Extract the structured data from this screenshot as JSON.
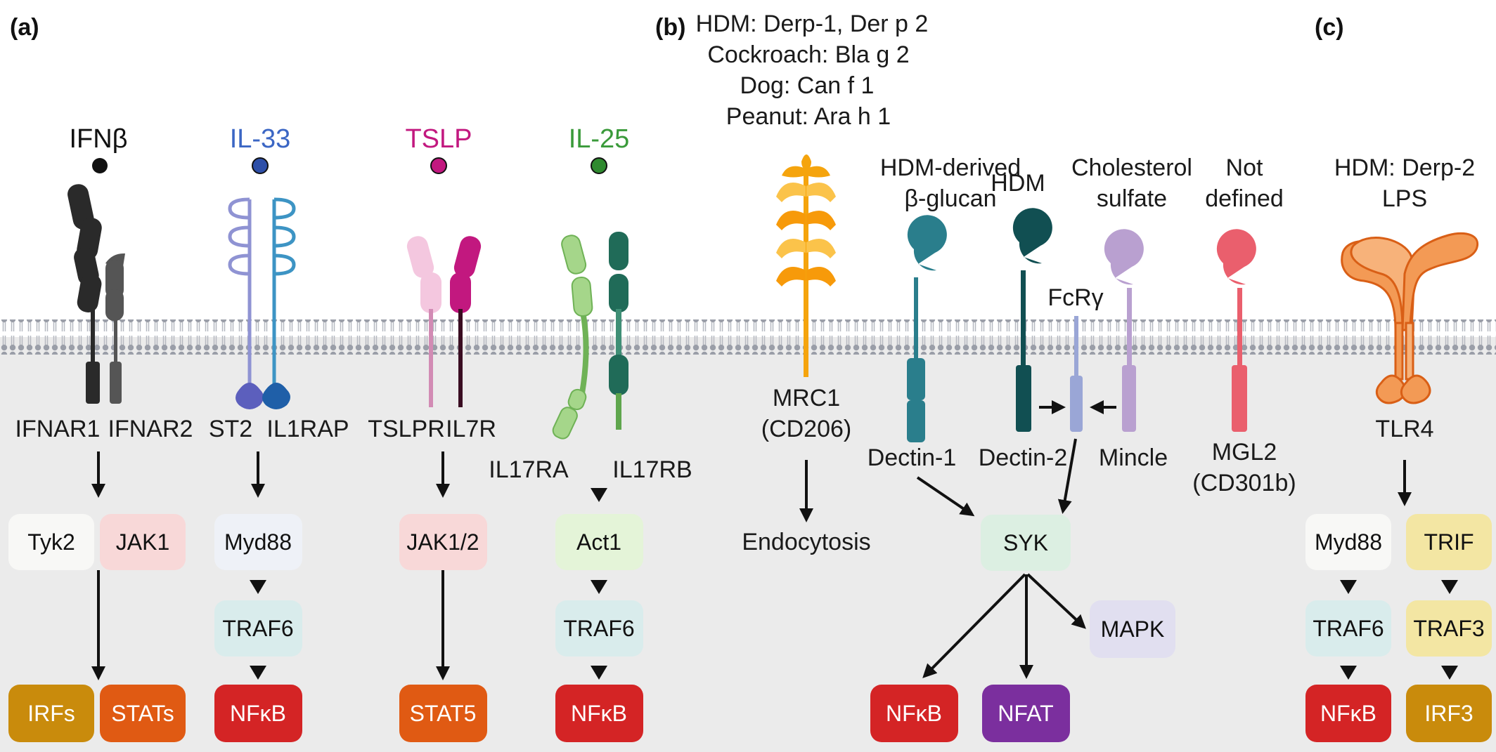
{
  "panels": {
    "a": "(a)",
    "b": "(b)",
    "c": "(c)"
  },
  "colors": {
    "cytoplasm": "#ebebeb",
    "membrane": "#9a9ea8",
    "arrow": "#111111",
    "ifnb": "#111111",
    "il33": "#3b66c4",
    "tslp": "#c2187f",
    "il25": "#3a9a3a",
    "mrc1": "#f5a40d",
    "dectin1": "#2a7e8c",
    "dectin2": "#114f52",
    "fcrg": "#9aa6d6",
    "mincle": "#b9a0d0",
    "mgl2": "#ea5f6d",
    "tlr4": "#ef8a43",
    "nfkb": "#d42425",
    "nfat": "#7b2f9e",
    "irfs": "#c98b0c",
    "stats": "#e05a13",
    "stat5": "#e05a13",
    "irf3": "#c98b0c"
  },
  "panel_a": {
    "ligands": [
      {
        "id": "ifnb",
        "label": "IFNβ"
      },
      {
        "id": "il33",
        "label": "IL-33"
      },
      {
        "id": "tslp",
        "label": "TSLP"
      },
      {
        "id": "il25",
        "label": "IL-25"
      }
    ],
    "receptors": {
      "ifnar1": "IFNAR1",
      "ifnar2": "IFNAR2",
      "st2": "ST2",
      "il1rap": "IL1RAP",
      "tslpr": "TSLPR",
      "il7r": "IL7R",
      "il17ra": "IL17RA",
      "il17rb": "IL17RB"
    },
    "boxes": {
      "tyk2": "Tyk2",
      "jak1": "JAK1",
      "myd88": "Myd88",
      "traf6_1": "TRAF6",
      "nfkb_1": "NFκB",
      "jak12": "JAK1/2",
      "stat5": "STAT5",
      "act1": "Act1",
      "traf6_2": "TRAF6",
      "nfkb_2": "NFκB",
      "irfs": "IRFs",
      "stats": "STATs"
    }
  },
  "panel_b": {
    "allergens": [
      "HDM: Derp-1, Der  p 2",
      "Cockroach: Bla g 2",
      "Dog: Can f 1",
      "Peanut: Ara h 1"
    ],
    "ligands": {
      "dectin1": [
        "HDM-derived",
        "β-glucan"
      ],
      "dectin2": [
        "HDM"
      ],
      "mincle": [
        "Cholesterol",
        "sulfate"
      ],
      "mgl2": [
        "Not",
        "defined"
      ]
    },
    "receptors": {
      "mrc1": [
        "MRC1",
        "(CD206)"
      ],
      "dectin1": "Dectin-1",
      "dectin2": "Dectin-2",
      "fcrg": "FcRγ",
      "mincle": "Mincle",
      "mgl2": [
        "MGL2",
        "(CD301b)"
      ]
    },
    "outcomes": {
      "endocytosis": "Endocytosis"
    },
    "boxes": {
      "syk": "SYK",
      "mapk": "MAPK",
      "nfkb": "NFκB",
      "nfat": "NFAT"
    }
  },
  "panel_c": {
    "ligands": [
      "HDM: Derp-2",
      "LPS"
    ],
    "receptor": "TLR4",
    "boxes": {
      "myd88": "Myd88",
      "trif": "TRIF",
      "traf6": "TRAF6",
      "traf3": "TRAF3",
      "nfkb": "NFκB",
      "irf3": "IRF3"
    }
  }
}
